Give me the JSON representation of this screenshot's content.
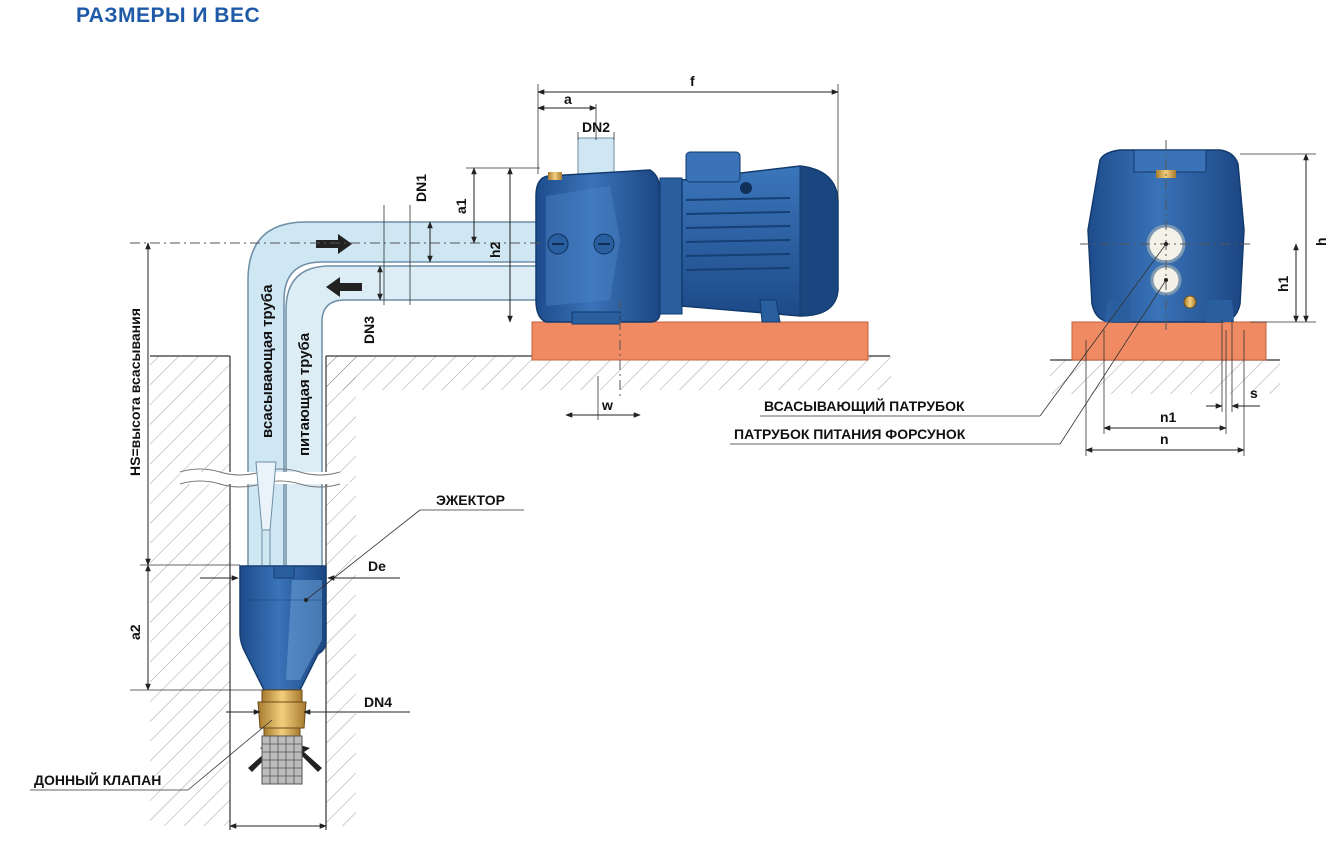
{
  "title": "РАЗМЕРЫ И ВЕС",
  "pipes": {
    "suction": "всасывающая труба",
    "feed": "питающая труба"
  },
  "dimensions": {
    "f": "f",
    "a": "a",
    "a1": "a1",
    "a2": "a2",
    "h": "h",
    "h1": "h1",
    "h2": "h2",
    "n": "n",
    "n1": "n1",
    "s": "s",
    "w": "w",
    "dn1": "DN1",
    "dn2": "DN2",
    "dn3": "DN3",
    "dn4": "DN4",
    "de": "De",
    "hs": "HS=высота всасывания"
  },
  "callouts": {
    "ejector": "ЭЖЕКТОР",
    "foot_valve": "ДОННЫЙ КЛАПАН",
    "suction_port": "ВСАСЫВАЮЩИЙ ПАТРУБОК",
    "nozzle_port": "ПАТРУБОК ПИТАНИЯ ФОРСУНОК"
  },
  "colors": {
    "title": "#1f5aa8",
    "pump_blue": "#2f63a8",
    "pipe_light": "#cfe6f3",
    "base": "#f08a63"
  }
}
